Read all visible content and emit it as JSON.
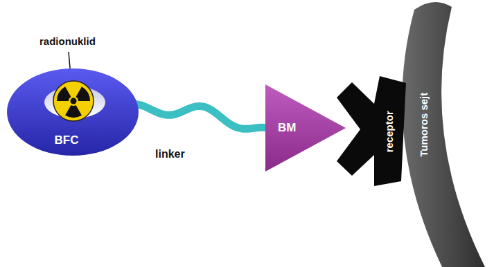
{
  "diagram": {
    "nodes": [
      {
        "text": [
          "BFC"
        ]
      },
      {
        "text": [
          "BM"
        ]
      },
      {
        "text": [
          "receptor"
        ]
      },
      {
        "text": [
          "Tumoros sejt"
        ]
      }
    ],
    "edges": [
      {
        "from": 0,
        "to": 1,
        "label": "linker",
        "arrow": "none"
      }
    ],
    "labels": [
      "radionuklid"
    ]
  }
}
